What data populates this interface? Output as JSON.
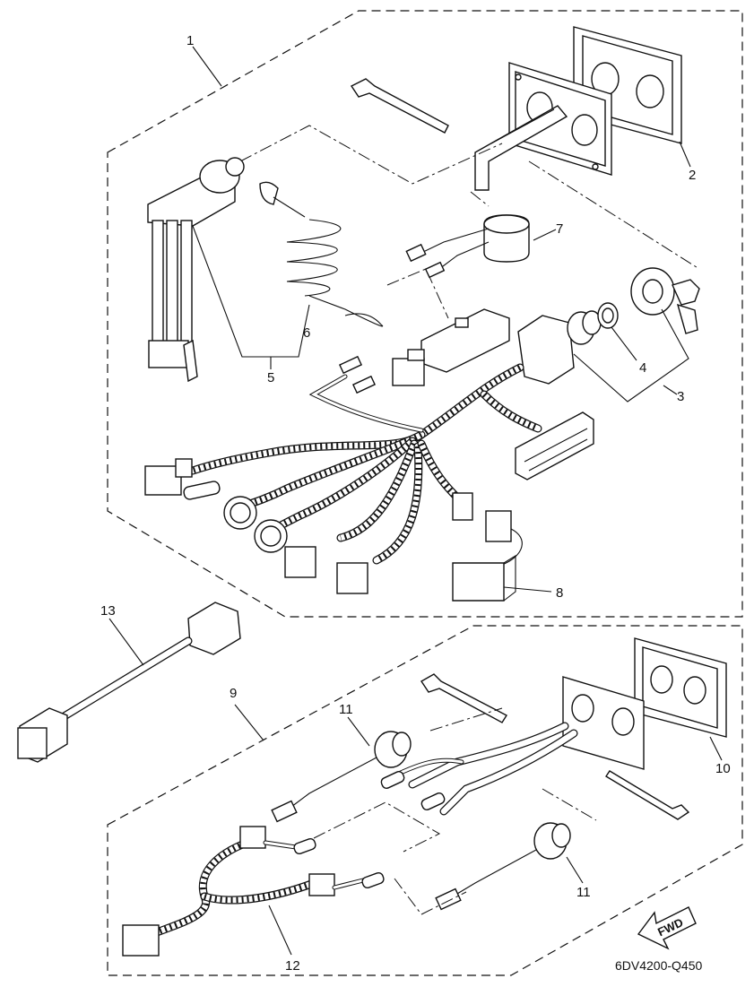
{
  "callouts": {
    "c1": "1",
    "c2": "2",
    "c3": "3",
    "c4": "4",
    "c5": "5",
    "c6": "6",
    "c7": "7",
    "c8": "8",
    "c9": "9",
    "c10": "10",
    "c11a": "11",
    "c11b": "11",
    "c12": "12",
    "c13": "13"
  },
  "fwd_label": "FWD",
  "drawing_ref": "6DV4200-Q450"
}
